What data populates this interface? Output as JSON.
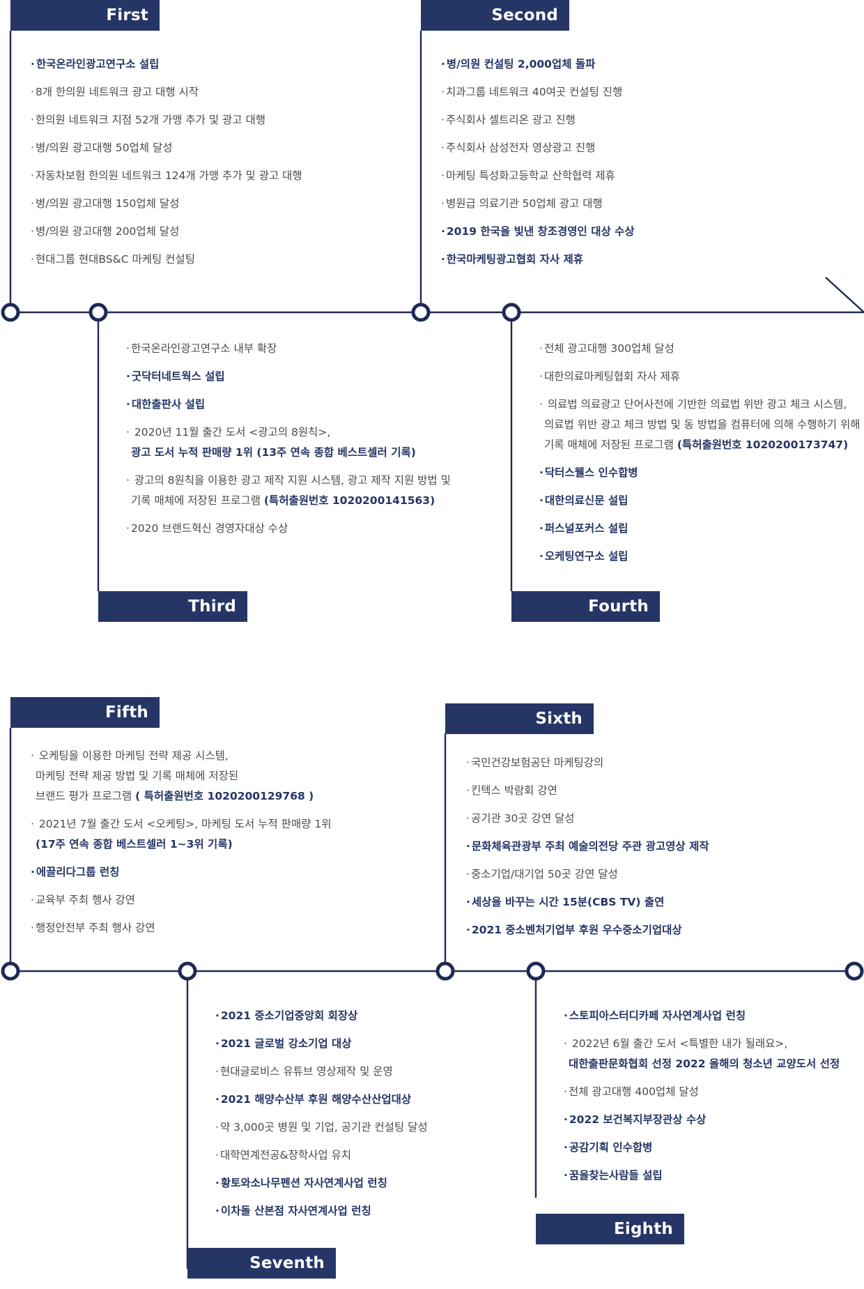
{
  "colors": {
    "navy": "#253566",
    "line": "#1e2a55",
    "text": "#4a4a4a"
  },
  "sections": {
    "first": {
      "label": "First",
      "items": [
        {
          "t": "한국온라인광고연구소 설립",
          "strong": true
        },
        {
          "t": "8개 한의원 네트워크 광고 대행 시작"
        },
        {
          "t": "한의원 네트워크 지점 52개 가맹 추가 및 광고 대행"
        },
        {
          "t": "병/의원 광고대행 50업체 달성"
        },
        {
          "t": "자동차보험 한의원 네트워크 124개 가맹 추가 및 광고 대행"
        },
        {
          "t": "병/의원 광고대행 150업체 달성"
        },
        {
          "t": "병/의원 광고대행 200업체 달성"
        },
        {
          "t": "현대그룹 현대BS&C 마케팅 컨설팅"
        }
      ]
    },
    "second": {
      "label": "Second",
      "items": [
        {
          "t": "병/의원 컨설팅 2,000업체 돌파",
          "strong": true
        },
        {
          "t": "치과그룹 네트워크 40여곳 컨설팅 진행"
        },
        {
          "t": "주식회사 셀트리온 광고 진행"
        },
        {
          "t": "주식회사 삼성전자 영상광고 진행"
        },
        {
          "t": "마케팅 특성화고등학교 산학협력 제휴"
        },
        {
          "t": "병원급 의료기관 50업체 광고 대행"
        },
        {
          "t": "2019 한국을 빛낸 창조경영인 대상 수상",
          "strong": true
        },
        {
          "t": "한국마케팅광고협회 자사 제휴",
          "strong": true
        }
      ]
    },
    "third": {
      "label": "Third",
      "i1": "한국온라인광고연구소 내부 확장",
      "i2": "굿닥터네트웍스 설립",
      "i3": "대한출판사 설립",
      "i4a": "2020년 11월 출간 도서 <광고의 8원칙>,",
      "i4b": "광고 도서 누적 판매량 1위 (13주 연속 종합 베스트셀러 기록)",
      "i5a": "광고의 8원칙을 이용한 광고 제작 지원 시스템, 광고 제작 지원 방법 및",
      "i5b": "기록 매체에 저장된 프로그램 ",
      "i5c": "(특허출원번호 1020200141563)",
      "i6": "2020 브랜드혁신 경영자대상 수상"
    },
    "fourth": {
      "label": "Fourth",
      "i1": "전체 광고대행 300업체 달성",
      "i2": "대한의료마케팅협회 자사 제휴",
      "i3a": "의료법 의료광고 단어사전에 기반한 의료법 위반 광고 체크 시스템,",
      "i3b": "의료법 위반 광고 체크 방법 및 동 방법을 컴퓨터에 의해 수행하기 위해",
      "i3c": "기록 매체에 저장된 프로그램 ",
      "i3d": "(특허출원번호 1020200173747)",
      "i4": "닥터스웰스 인수합병",
      "i5": "대한의료신문 설립",
      "i6": "퍼스널포커스 설립",
      "i7": "오케팅연구소 설립"
    },
    "fifth": {
      "label": "Fifth",
      "i1a": "오케팅을 이용한 마케팅 전략 제공 시스템,",
      "i1b": "마케팅 전략 제공 방법 및 기록 매체에 저장된",
      "i1c": "브랜드 평가 프로그램  ",
      "i1d": "( 특허출원번호 1020200129768 )",
      "i2a": "2021년 7월 출간 도서 <오케팅>, 마케팅 도서 누적 판매량 1위",
      "i2b": "(17주 연속 종합 베스트셀러 1~3위 기록)",
      "i3": "에끌리다그룹 런칭",
      "i4": "교육부 주최 행사 강연",
      "i5": "행정안전부 주최 행사 강연"
    },
    "sixth": {
      "label": "Sixth",
      "items": [
        {
          "t": "국민건강보험공단 마케팅강의"
        },
        {
          "t": "킨텍스 박람회 강연"
        },
        {
          "t": "공기관 30곳 강연 달성"
        },
        {
          "t": "문화체육관광부 주최 예술의전당 주관 광고영상 제작",
          "strong": true
        },
        {
          "t": "중소기업/대기업 50곳 강연 달성"
        },
        {
          "t": "세상을 바꾸는 시간 15분(CBS TV) 출연",
          "strong": true
        },
        {
          "t": "2021 중소벤처기업부 후원 우수중소기업대상",
          "strong": true
        }
      ]
    },
    "seventh": {
      "label": "Seventh",
      "items": [
        {
          "t": "2021 중소기업중앙회 회장상",
          "strong": true
        },
        {
          "t": "2021 글로벌 강소기업 대상",
          "strong": true
        },
        {
          "t": "현대글로비스 유튜브 영상제작 및 운영"
        },
        {
          "t": "2021 해양수산부 후원 해양수산산업대상",
          "strong": true
        },
        {
          "t": "약 3,000곳 병원 및 기업, 공기관 컨설팅 달성"
        },
        {
          "t": "대학연계전공&장학사업 유치"
        },
        {
          "t": "황토와소나무펜션 자사연계사업 런칭",
          "strong": true
        },
        {
          "t": "이차돌 산본점 자사연계사업 런칭",
          "strong": true
        }
      ]
    },
    "eighth": {
      "label": "Eighth",
      "i1": "스토피아스터디카페 자사연계사업 런칭",
      "i2a": "2022년 6월 출간 도서 <특별한 내가 될래요>,",
      "i2b": "대한출판문화협회 선정 2022 올해의 청소년 교양도서 선정",
      "i3": "전체 광고대행 400업체 달성",
      "i4": "2022 보건복지부장관상 수상",
      "i5": "공감기획 인수합병",
      "i6": "꿈을찾는사람들 설립"
    }
  }
}
